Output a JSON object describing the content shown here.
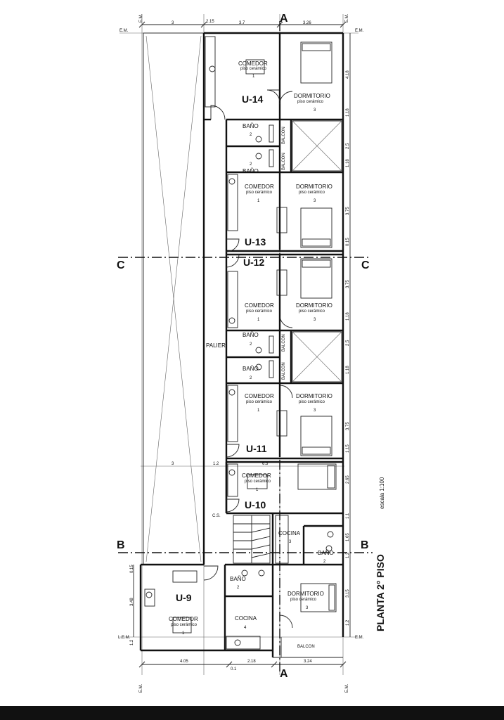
{
  "units": {
    "u14": "U-14",
    "u13": "U-13",
    "u12": "U-12",
    "u11": "U-11",
    "u10": "U-10",
    "u9": "U-9"
  },
  "rooms": {
    "comedor": "COMEDOR",
    "dormitorio": "DORMITORIO",
    "bano": "BAÑO",
    "cocina": "COCINA",
    "balcon": "BALCON",
    "palier": "PALIER",
    "piso": "piso cerámico"
  },
  "room_numbers": {
    "comedor": "1",
    "bano": "2",
    "dormitorio": "3",
    "cocina_u10": "3",
    "cocina_u9": "4"
  },
  "sections": {
    "a": "A",
    "b": "B",
    "c": "C"
  },
  "marks": {
    "em": "E.M.",
    "lem": "L.E.M.",
    "cs": "C.S."
  },
  "title": {
    "main": "PLANTA 2° PISO",
    "scale": "escala 1:100"
  },
  "dims": {
    "top1": "3",
    "top2": "2.15",
    "top3": "3.7",
    "top4": "3.26",
    "bot1": "4.05",
    "bot2": "2.18",
    "bot3": "3.24",
    "bot4": "0.1",
    "mid1": "3",
    "mid2": "1.2",
    "mid3": "6.5",
    "r1": "4.18",
    "r2": "1.18",
    "r3": "2.5",
    "r4": "1.18",
    "r5": "3.75",
    "r6": "0.15",
    "r7": "3.75",
    "r8": "1.18",
    "r9": "2.5",
    "r10": "1.18",
    "r11": "3.75",
    "r12": "1.15",
    "r13": "2.65",
    "r14": "1.1",
    "r15": "1.65",
    "r16": "1.2",
    "r17": "3.15",
    "r18": "1.2",
    "l1": "0.15",
    "l2": "3.48",
    "l3": "1.2"
  }
}
